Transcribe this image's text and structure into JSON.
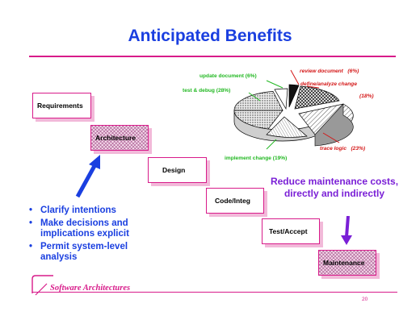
{
  "title": "Anticipated Benefits",
  "steps": [
    {
      "label": "Requirements"
    },
    {
      "label": "Architecture"
    },
    {
      "label": "Design"
    },
    {
      "label": "Code/Integ"
    },
    {
      "label": "Test/Accept"
    },
    {
      "label": "Maintenance"
    }
  ],
  "bullets": [
    {
      "symbol": "•",
      "text": "Clarify intentions"
    },
    {
      "symbol": "•",
      "text": "Make decisions and implications explicit"
    },
    {
      "symbol": "•",
      "text": "Permit system-level analysis"
    }
  ],
  "callout": "Reduce maintenance costs, directly and indirectly",
  "pie": {
    "slices": [
      {
        "name": "update document",
        "pct": "(6%)"
      },
      {
        "name": "review document",
        "pct": "(6%)"
      },
      {
        "name": "define/analyze change",
        "pct": "(18%)"
      },
      {
        "name": "trace logic",
        "pct": "(23%)"
      },
      {
        "name": "implement change",
        "pct": "(19%)"
      },
      {
        "name": "test & debug",
        "pct": "(28%)"
      }
    ]
  },
  "footer": {
    "logo_text": "Software Architectures",
    "page_number": "20"
  },
  "colors": {
    "title": "#1a3fe0",
    "accent": "#d81b8a",
    "callout": "#7a1fd6",
    "pie_label_green": "#22b822",
    "pie_label_red": "#d41717"
  }
}
